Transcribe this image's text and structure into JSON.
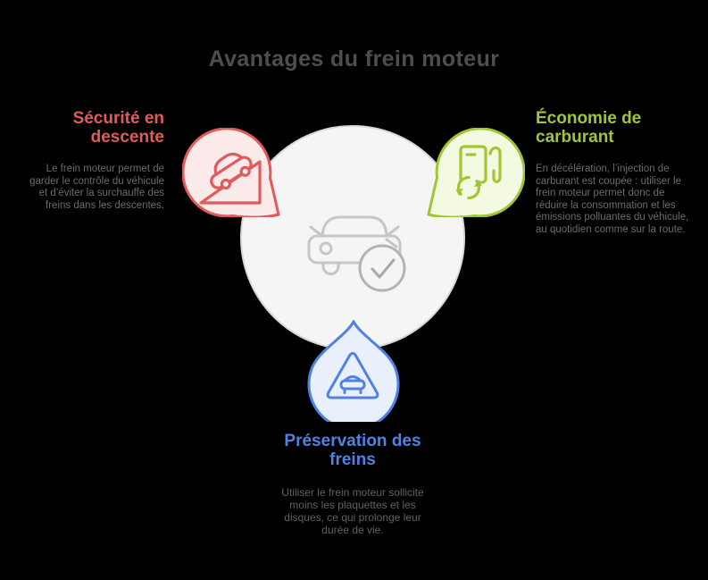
{
  "page": {
    "background": "#000000"
  },
  "title": {
    "text": "Avantages du frein moteur",
    "color": "#4e4e4e"
  },
  "center_badge": {
    "fill": "#f5f5f5",
    "border": "#d9d9d9",
    "icon": "car-check-icon",
    "icon_color": "#c6c6c6",
    "check_ring": "#b3b3b3",
    "check_color": "#a9a9a9"
  },
  "callouts": {
    "descente": {
      "heading": "Sécurité en descente",
      "body": "Le frein moteur permet de garder le contrôle du véhicule et d’éviter la surchauffe des freins dans les descentes.",
      "accent": "#e05b5b",
      "bubble_fill": "#fbeaea",
      "text_color": "#6b6b6b",
      "icon": "car-downhill-icon"
    },
    "carburant": {
      "heading": "Économie de carburant",
      "body": "En décélération, l’injection de carburant est coupée : utiliser le frein moteur permet donc de réduire la consommation et les émissions polluantes du véhicule, au quotidien comme sur la route.",
      "accent": "#a0c636",
      "bubble_fill": "#f4fae2",
      "text_color": "#6b6b6b",
      "icon": "fuel-pump-recycle-icon"
    },
    "freins": {
      "heading": "Préservation des freins",
      "body": "Utiliser le frein moteur sollicite moins les plaquettes et les disques, ce qui prolonge leur durée de vie.",
      "accent": "#5082e4",
      "bubble_fill": "#e9f0fc",
      "text_color": "#616161",
      "icon": "car-warning-triangle-icon"
    }
  }
}
